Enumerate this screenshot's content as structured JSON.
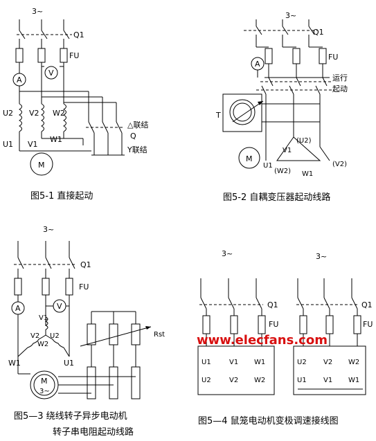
{
  "fig1": {
    "supply": "3~",
    "switch": "Q1",
    "fuse": "FU",
    "ammeter": "A",
    "voltmeter": "V",
    "w_u2": "U2",
    "w_v2": "V2",
    "w_w2": "W2",
    "w_u1": "U1",
    "w_v1": "V1",
    "w_w1": "W1",
    "delta": "△联结",
    "q": "Q",
    "star": "Y联结",
    "motor": "M",
    "caption": "图5-1 直接起动"
  },
  "fig2": {
    "supply": "3~",
    "switch": "Q1",
    "fuse": "FU",
    "ammeter": "A",
    "run": "运行",
    "start": "起动",
    "transformer": "T",
    "motor": "M",
    "v1": "V1",
    "u2": "(U2)",
    "u1": "U1",
    "w2": "(W2)",
    "w1": "W1",
    "v2": "(V2)",
    "caption": "图5-2 自耦变压器起动线路"
  },
  "fig3": {
    "supply": "3~",
    "switch": "Q1",
    "fuse": "FU",
    "ammeter": "A",
    "voltmeter": "V",
    "v1": "V1",
    "v2": "V2",
    "u2": "U2",
    "w2": "W2",
    "w1": "W1",
    "u1": "U1",
    "rst": "Rst",
    "motor_m": "M",
    "motor_3": "3~",
    "caption_line1": "图5—3 绕线转子异步电动机",
    "caption_line2": "转子串电阻起动线路"
  },
  "fig4": {
    "left_supply": "3~",
    "right_supply": "3~",
    "left_q": "Q1",
    "right_q": "Q1",
    "left_fu": "FU",
    "right_fu": "FU",
    "left_top": [
      "U1",
      "V1",
      "W1"
    ],
    "left_bottom": [
      "U2",
      "V2",
      "W2"
    ],
    "right_top": [
      "U2",
      "V2",
      "W2"
    ],
    "right_bottom": [
      "U1",
      "V1",
      "W1"
    ],
    "caption": "图5—4 鼠笼电动机变极调速接线图"
  },
  "watermark": "www.elecfans.com",
  "colors": {
    "watermark": "#d81010",
    "ink": "#000000"
  }
}
